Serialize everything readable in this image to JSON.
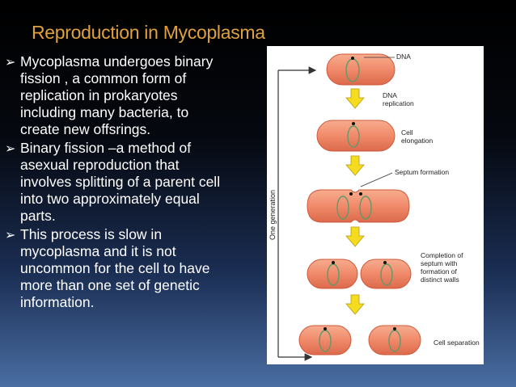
{
  "slide": {
    "title": "Reproduction in Mycoplasma",
    "bullet_icon": "arrow-bullet-icon",
    "bullets": [
      {
        "text": "Mycoplasma undergoes binary\nfission , a common form of\nreplication in prokaryotes\nincluding many bacteria, to\ncreate new offsrings."
      },
      {
        "text": "Binary fission –a method of\nasexual reproduction  that\ninvolves splitting of a parent cell\ninto two approximately equal\nparts."
      },
      {
        "text": "This process is slow in\nmycoplasma and it is not\nuncommon for the cell to have\nmore  than one set of genetic\ninformation."
      }
    ]
  },
  "diagram": {
    "side_label": "One generation",
    "labels": {
      "dna": "DNA",
      "dna_replication_1": "DNA",
      "dna_replication_2": "replication",
      "cell_elongation_1": "Cell",
      "cell_elongation_2": "elongation",
      "septum_formation": "Septum formation",
      "completion_1": "Completion of",
      "completion_2": "septum with",
      "completion_3": "formation of",
      "completion_4": "distinct walls",
      "cell_separation": "Cell separation"
    },
    "colors": {
      "cell_fill": "#f08a6a",
      "cell_edge": "#d0583b",
      "arrow_fill": "#f5dc1e",
      "arrow_edge": "#b89a10",
      "dna_loop": "#5e9a6a",
      "title": "#e1a13a"
    }
  }
}
